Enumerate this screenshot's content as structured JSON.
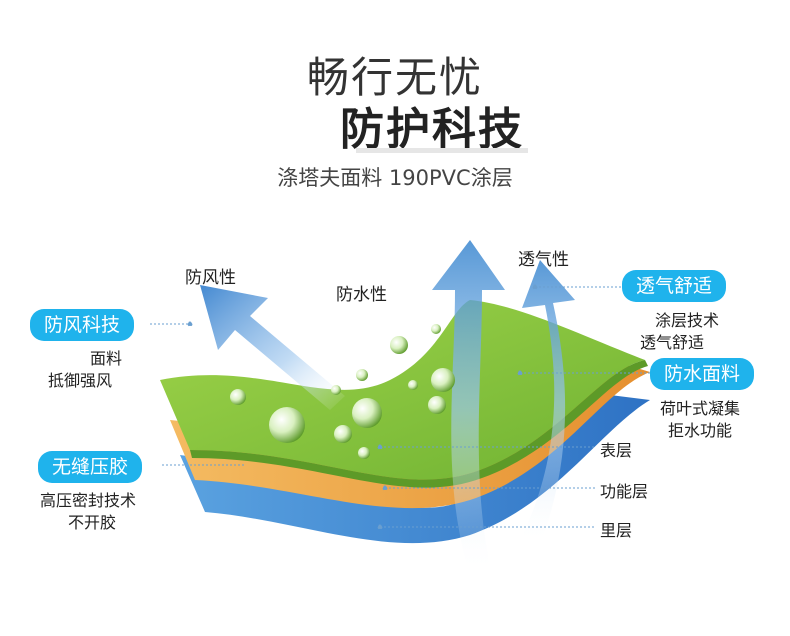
{
  "title": {
    "line1": "畅行无忧",
    "line2": "防护科技"
  },
  "subtitle": "涤塔夫面料 190PVC涂层",
  "arrow_labels": {
    "wind": "防风性",
    "water": "防水性",
    "breath": "透气性"
  },
  "features": {
    "windproof": {
      "badge": "防风科技",
      "desc": [
        "面料",
        "抵御强风"
      ]
    },
    "seamless": {
      "badge": "无缝压胶",
      "desc": [
        "高压密封技术",
        "不开胶"
      ]
    },
    "breathable": {
      "badge": "透气舒适",
      "desc": [
        "涂层技术",
        "透气舒适"
      ]
    },
    "waterproof": {
      "badge": "防水面料",
      "desc": [
        "荷叶式凝集",
        "拒水功能"
      ]
    }
  },
  "layers": {
    "outer": "表层",
    "middle": "功能层",
    "inner": "里层"
  },
  "colors": {
    "badge": "#1fb3ec",
    "outer_layer": "#8cc63f",
    "middle_layer": "#f0a84a",
    "inner_layer": "#3f8fd6",
    "arrow": "#3a86cf"
  }
}
